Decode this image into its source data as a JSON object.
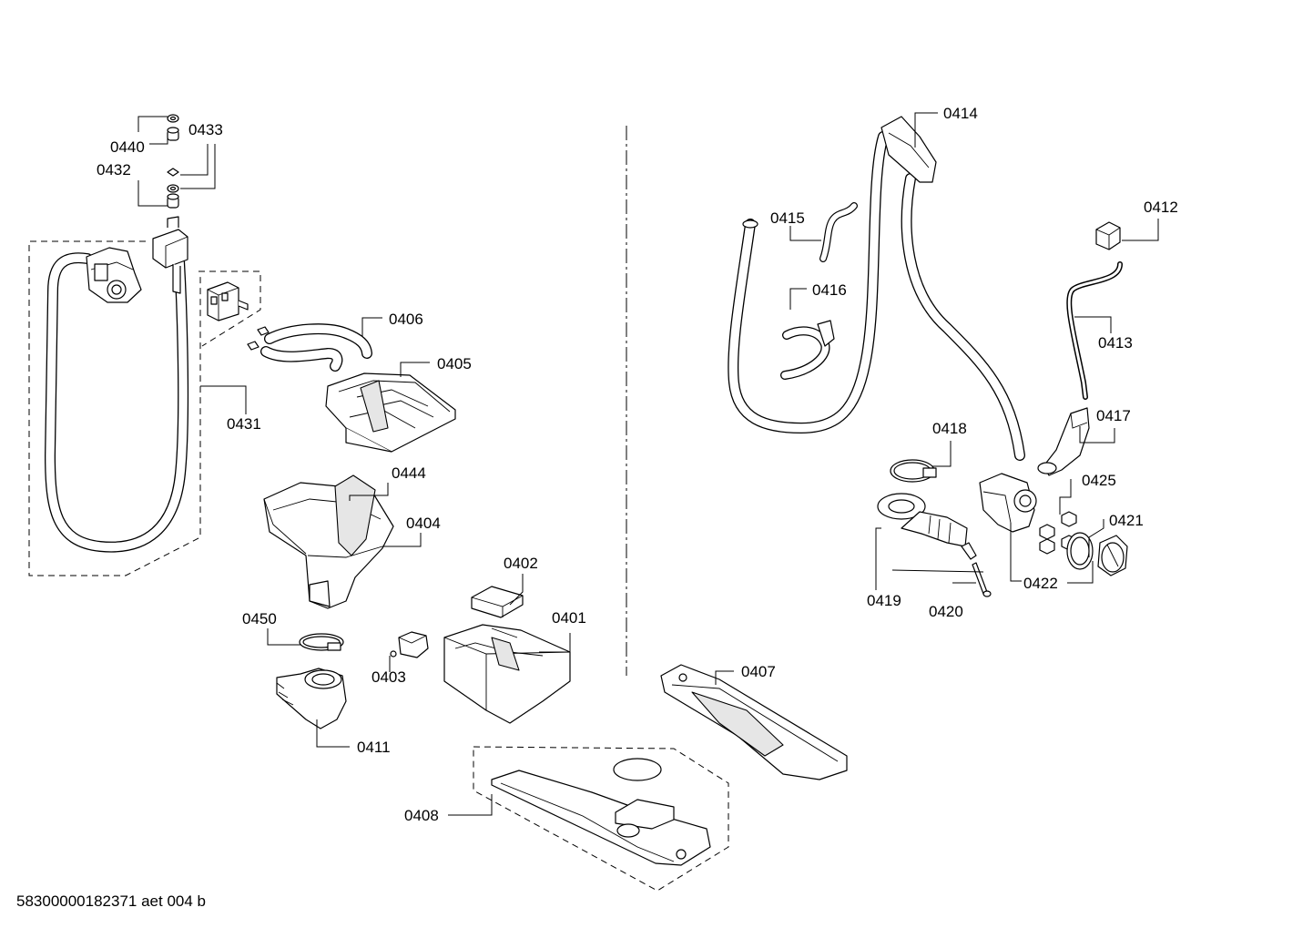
{
  "diagram": {
    "labels": {
      "p0401": "0401",
      "p0402": "0402",
      "p0403": "0403",
      "p0404": "0404",
      "p0405": "0405",
      "p0406": "0406",
      "p0407": "0407",
      "p0408": "0408",
      "p0411": "0411",
      "p0412": "0412",
      "p0413": "0413",
      "p0414": "0414",
      "p0415": "0415",
      "p0416": "0416",
      "p0417": "0417",
      "p0418": "0418",
      "p0419": "0419",
      "p0420": "0420",
      "p0421": "0421",
      "p0422": "0422",
      "p0425": "0425",
      "p0431": "0431",
      "p0432": "0432",
      "p0433": "0433",
      "p0440": "0440",
      "p0444": "0444",
      "p0450": "0450"
    }
  },
  "footer": {
    "code": "58300000182371 aet 004 b"
  }
}
